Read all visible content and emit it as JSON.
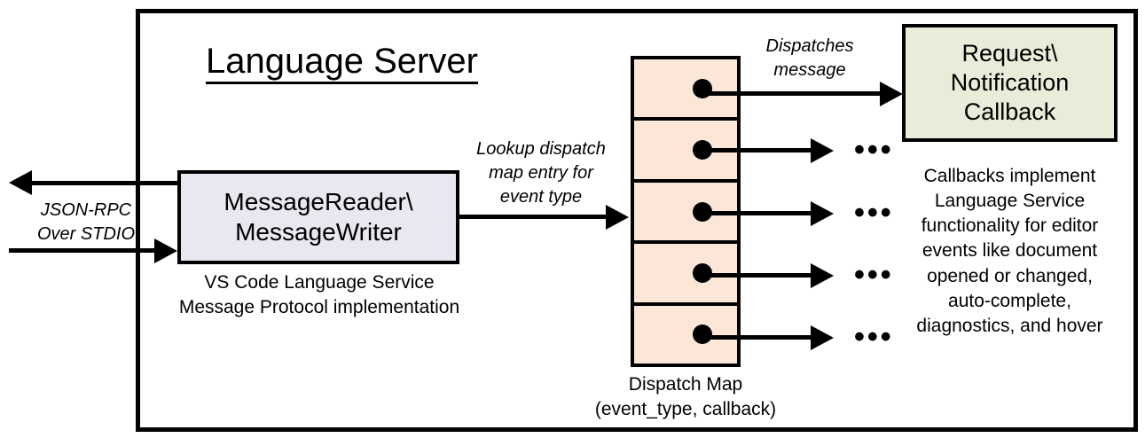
{
  "diagram": {
    "title": "Language Server",
    "frame_label": "Language Server"
  },
  "nodes": {
    "message_io": {
      "label": "MessageReader\\\nMessageWriter",
      "line1": "MessageReader\\",
      "line2": "MessageWriter",
      "fill": "#eae7f0",
      "caption_line1": "VS Code Language Service",
      "caption_line2": "Message Protocol implementation"
    },
    "dispatch_map": {
      "fill": "#fce6d8",
      "row_count": 5,
      "caption_line1": "Dispatch Map",
      "caption_line2": "(event_type, callback)"
    },
    "callback": {
      "line1": "Request\\",
      "line2": "Notification",
      "line3": "Callback",
      "fill": "#e8edd9",
      "caption": "Callbacks implement Language Service functionality for editor events like document opened or changed, auto-complete, diagnostics, and hover",
      "caption_lines": [
        "Callbacks implement",
        "Language Service",
        "functionality for editor",
        "events like document",
        "opened or changed,",
        "auto-complete,",
        "diagnostics, and hover"
      ]
    }
  },
  "edges": {
    "external_io": {
      "line1": "JSON-RPC",
      "line2": "Over STDIO"
    },
    "lookup": {
      "line1": "Lookup dispatch",
      "line2": "map entry for",
      "line3": "event type"
    },
    "dispatch": {
      "line1": "Dispatches",
      "line2": "message"
    },
    "ellipsis": "•••"
  },
  "colors": {
    "stroke": "#000000",
    "background": "#ffffff",
    "lavender": "#eae7f0",
    "peach": "#fce6d8",
    "green": "#e8edd9"
  }
}
